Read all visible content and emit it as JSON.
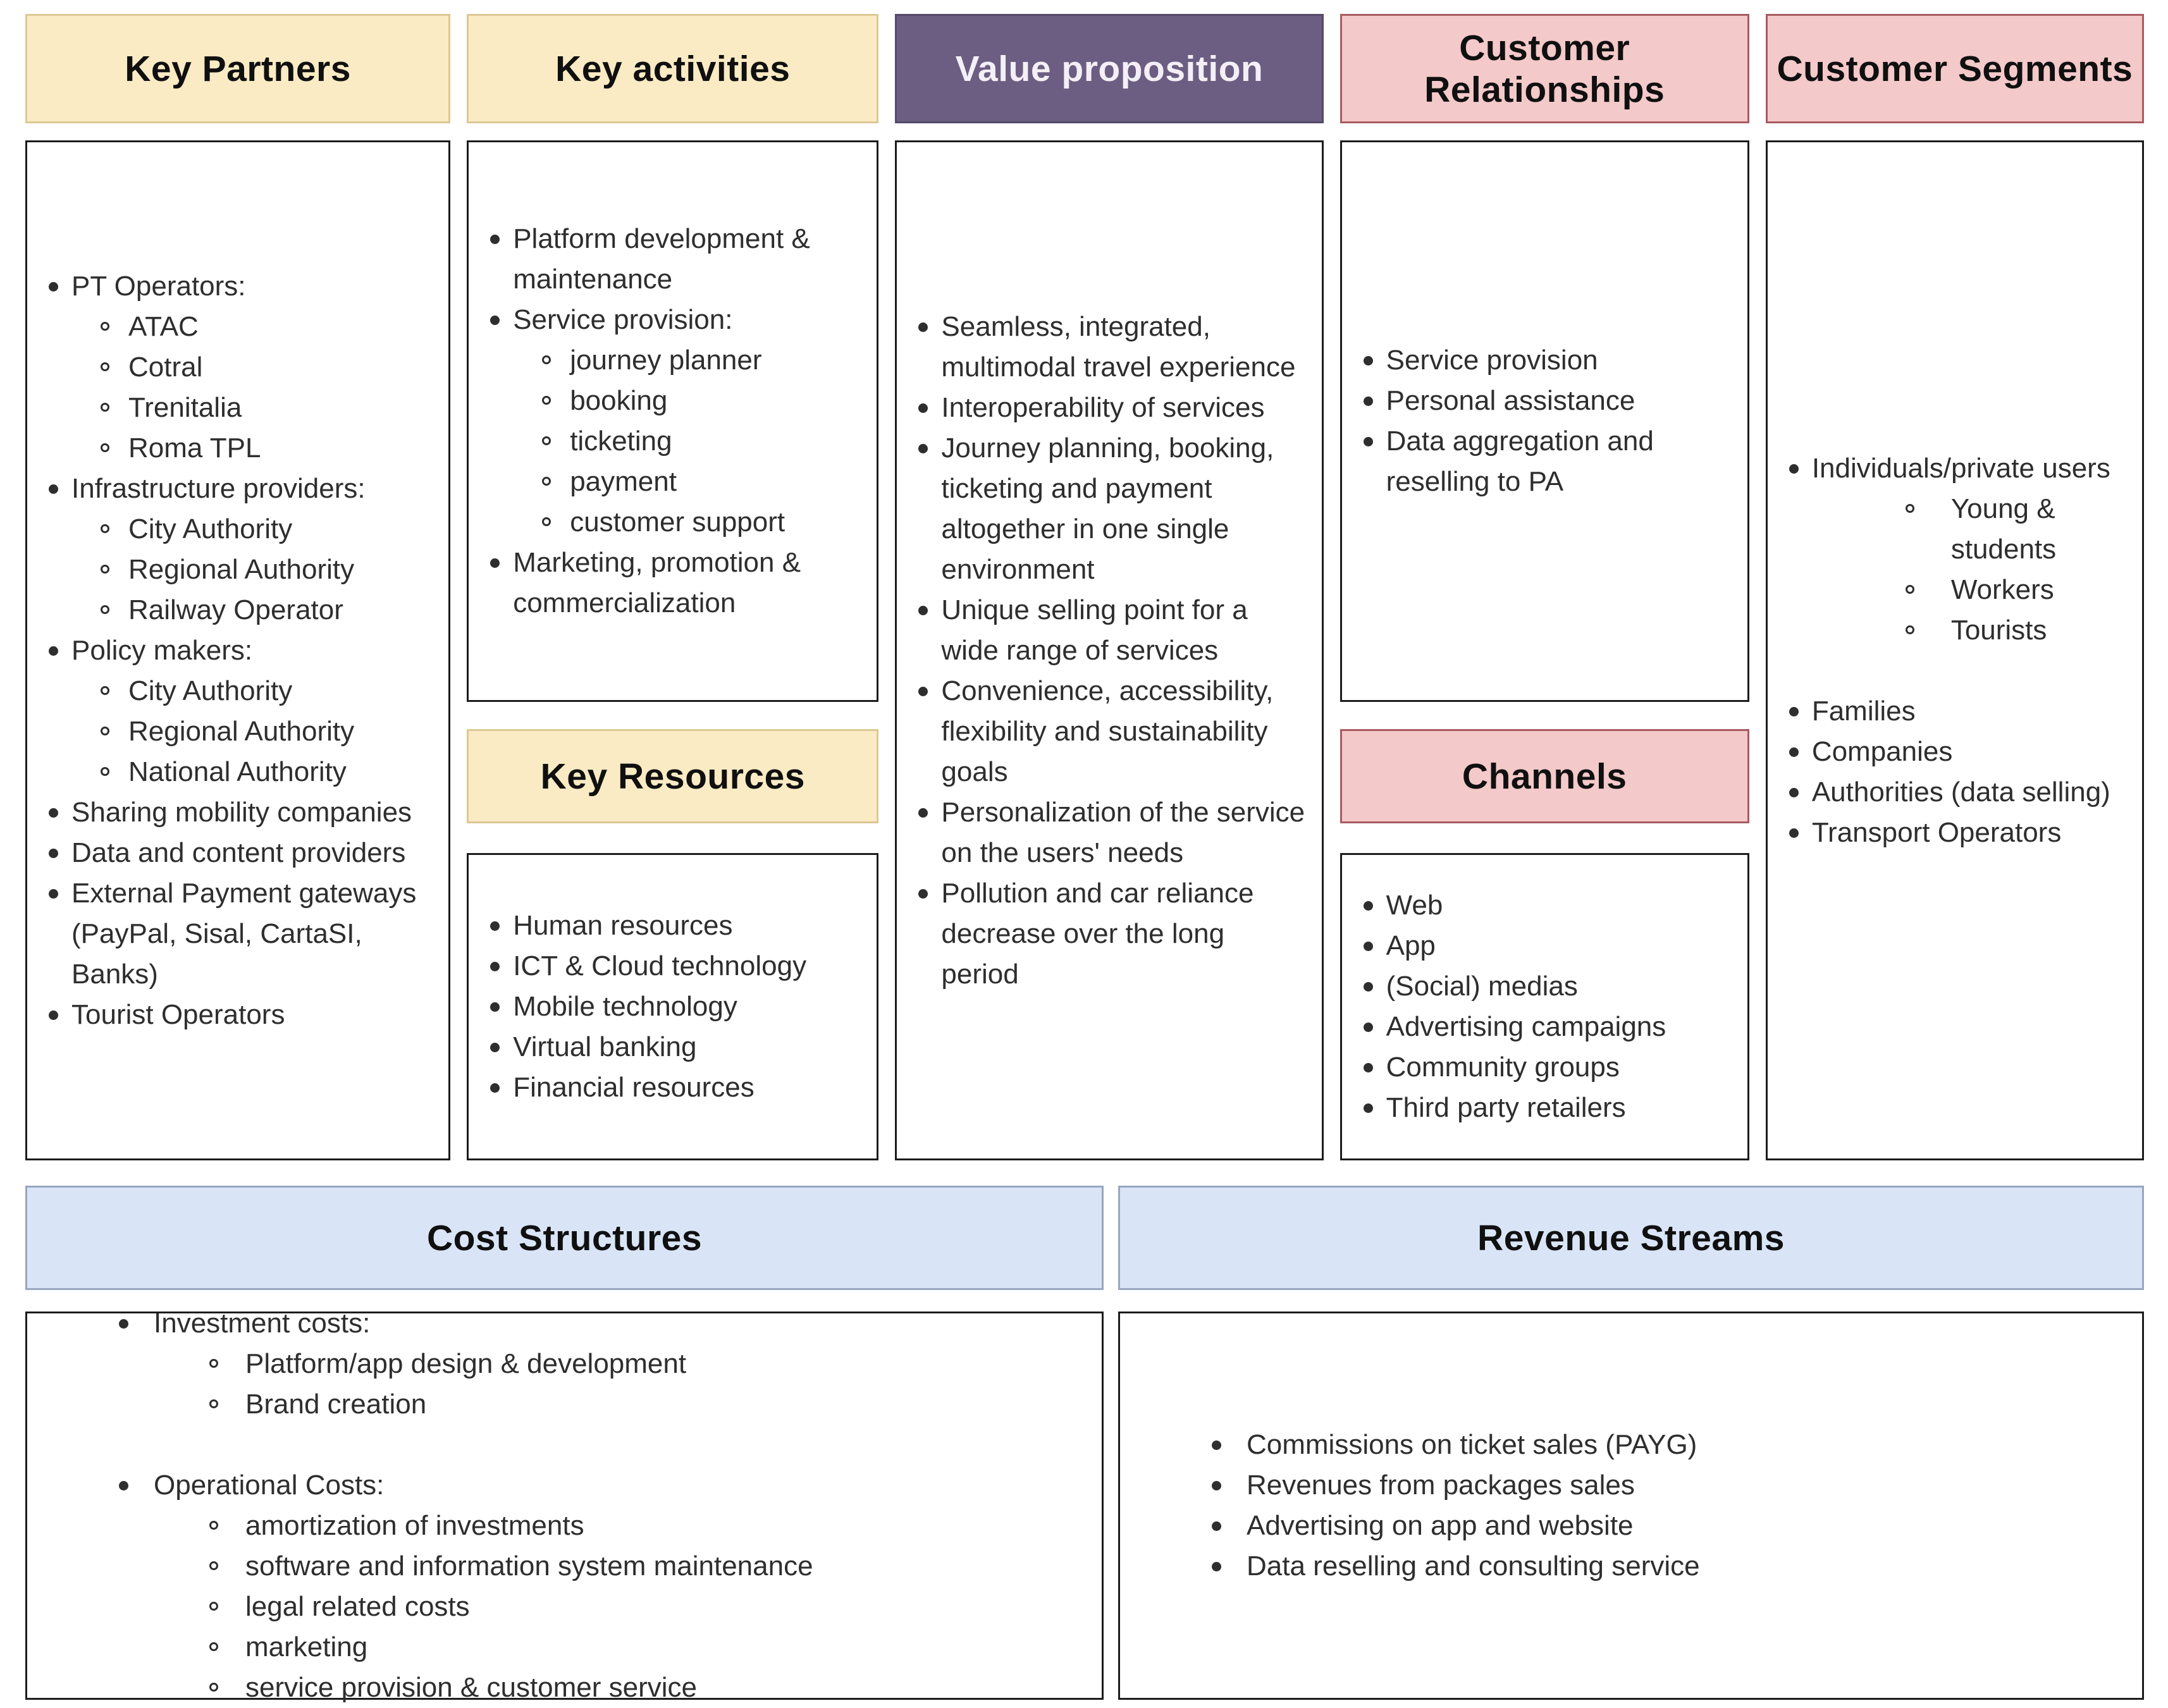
{
  "colors": {
    "yellow_fill": "#FAEBC4",
    "yellow_border": "#DCC894",
    "purple_fill": "#6C5E82",
    "purple_border": "#554A68",
    "purple_text": "#F3EFF6",
    "pink_fill": "#F4C9C9",
    "pink_border": "#A85B60",
    "blue_fill": "#D9E5F7",
    "blue_border": "#98A6BF",
    "box_border": "#1C1C1C",
    "text": "#2E2E2E"
  },
  "sections": {
    "key_partners": {
      "title": "Key Partners",
      "items": [
        {
          "text": "PT Operators:",
          "children": [
            "ATAC",
            "Cotral",
            "Trenitalia",
            "Roma TPL"
          ]
        },
        {
          "text": "Infrastructure providers:",
          "children": [
            "City Authority",
            "Regional Authority",
            "Railway Operator"
          ]
        },
        {
          "text": "Policy makers:",
          "children": [
            "City Authority",
            "Regional Authority",
            "National Authority"
          ]
        },
        {
          "text": "Sharing mobility companies"
        },
        {
          "text": "Data and content providers"
        },
        {
          "text": "External Payment gateways (PayPal, Sisal, CartaSI, Banks)"
        },
        {
          "text": "Tourist Operators"
        }
      ]
    },
    "key_activities": {
      "title": "Key activities",
      "items": [
        {
          "text": "Platform development & maintenance"
        },
        {
          "text": "Service provision:",
          "children": [
            "journey planner",
            "booking",
            "ticketing",
            "payment",
            "customer support"
          ]
        },
        {
          "text": "Marketing, promotion & commercialization"
        }
      ]
    },
    "key_resources": {
      "title": "Key Resources",
      "items": [
        {
          "text": "Human resources"
        },
        {
          "text": "ICT & Cloud technology"
        },
        {
          "text": "Mobile technology"
        },
        {
          "text": "Virtual banking"
        },
        {
          "text": "Financial resources"
        }
      ]
    },
    "value_proposition": {
      "title": "Value proposition",
      "items": [
        {
          "text": "Seamless, integrated, multimodal travel experience"
        },
        {
          "text": "Interoperability of services"
        },
        {
          "text": "Journey planning, booking, ticketing and payment altogether in one single environment"
        },
        {
          "text": "Unique selling point for a wide range of services"
        },
        {
          "text": "Convenience, accessibility, flexibility and sustainability goals"
        },
        {
          "text": "Personalization of the service on the users' needs"
        },
        {
          "text": "Pollution and car reliance decrease over the long period"
        }
      ]
    },
    "customer_relationships": {
      "title": "Customer Relationships",
      "items": [
        {
          "text": "Service provision"
        },
        {
          "text": "Personal assistance"
        },
        {
          "text": "Data aggregation and reselling to PA"
        }
      ]
    },
    "channels": {
      "title": "Channels",
      "items": [
        {
          "text": "Web"
        },
        {
          "text": "App"
        },
        {
          "text": "(Social) medias"
        },
        {
          "text": "Advertising campaigns"
        },
        {
          "text": "Community groups"
        },
        {
          "text": "Third party retailers"
        }
      ]
    },
    "customer_segments": {
      "title": "Customer Segments",
      "items": [
        {
          "text": "Individuals/private users",
          "children": [
            "Young & students",
            "Workers",
            "Tourists"
          ]
        },
        {
          "text": "Families",
          "gap_before": true
        },
        {
          "text": "Companies"
        },
        {
          "text": "Authorities (data selling)"
        },
        {
          "text": "Transport Operators"
        }
      ]
    },
    "cost_structures": {
      "title": "Cost Structures",
      "items": [
        {
          "text": "Investment costs:",
          "children": [
            "Platform/app design & development",
            "Brand creation"
          ]
        },
        {
          "text": "Operational Costs:",
          "gap_before": true,
          "children": [
            "amortization of investments",
            "software and information system maintenance",
            "legal related costs",
            "marketing",
            "service provision & customer service"
          ]
        }
      ]
    },
    "revenue_streams": {
      "title": "Revenue Streams",
      "items": [
        {
          "text": "Commissions on ticket sales (PAYG)"
        },
        {
          "text": "Revenues from packages sales"
        },
        {
          "text": "Advertising on app and website"
        },
        {
          "text": "Data reselling and consulting service"
        }
      ]
    }
  }
}
